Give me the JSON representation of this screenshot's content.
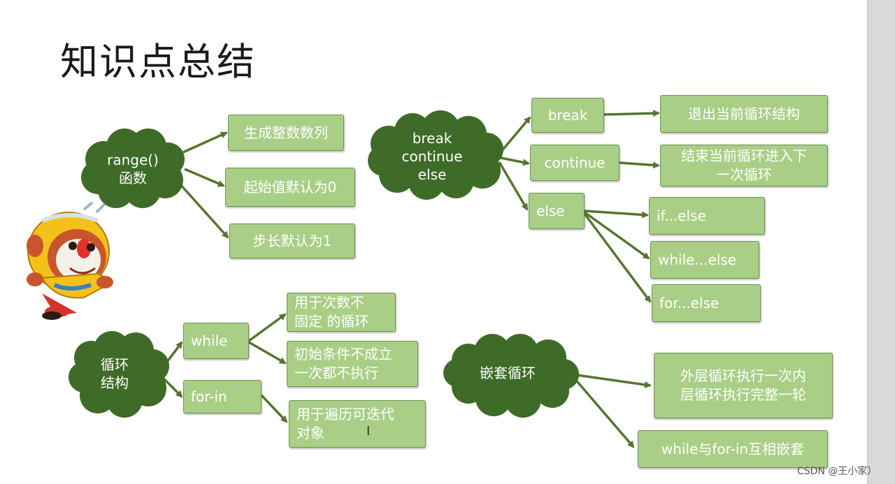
{
  "slide": {
    "title": "知识点总结"
  },
  "range_group": {
    "cloud_label": "range()\n函数",
    "items": [
      "生成整数数列",
      "起始值默认为0",
      "步长默认为1"
    ]
  },
  "bce_group": {
    "cloud_label": "break\ncontinue\nelse",
    "break_label": "break",
    "break_desc": "退出当前循环结构",
    "continue_label": "continue",
    "continue_desc": "结束当前循环进入下\n一次循环",
    "else_label": "else",
    "else_items": [
      "if...else",
      "while...else",
      "for...else"
    ]
  },
  "loop_group": {
    "cloud_label": "循环\n结构",
    "while_label": "while",
    "while_items": [
      "用于次数不\n固定 的循环",
      "初始条件不成立\n一次都不执行"
    ],
    "forin_label": "for-in",
    "forin_desc": "用于遍历可迭代\n对象"
  },
  "nested_group": {
    "cloud_label": "嵌套循环",
    "items": [
      "外层循环执行一次内\n层循环执行完整一轮",
      "while与for-in互相嵌套"
    ]
  },
  "cursor_glyph": "I",
  "watermark": "CSDN @王小家）",
  "colors": {
    "cloud": "#3f6b28",
    "box": "#a9cf86",
    "arrow": "#55752f"
  }
}
